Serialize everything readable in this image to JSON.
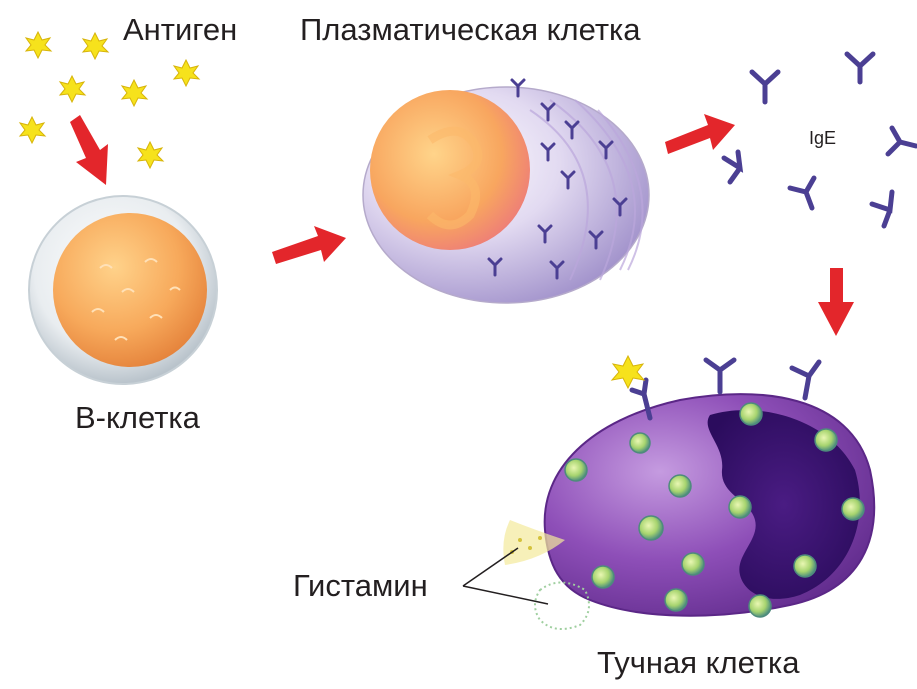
{
  "labels": {
    "antigen": "Антиген",
    "plasma_cell": "Плазматическая клетка",
    "b_cell": "B-клетка",
    "ige": "IgE",
    "histamine": "Гистамин",
    "mast_cell": "Тучная клетка"
  },
  "colors": {
    "arrow": "#e3262b",
    "antibody": "#4b3f93",
    "antigen_star": "#f6e21c",
    "mast_cell": "#7a3fa0",
    "granule": "#a7d46f",
    "b_cell_core": "#f6a35a",
    "plasma_cell_body": "#c8bde3"
  }
}
